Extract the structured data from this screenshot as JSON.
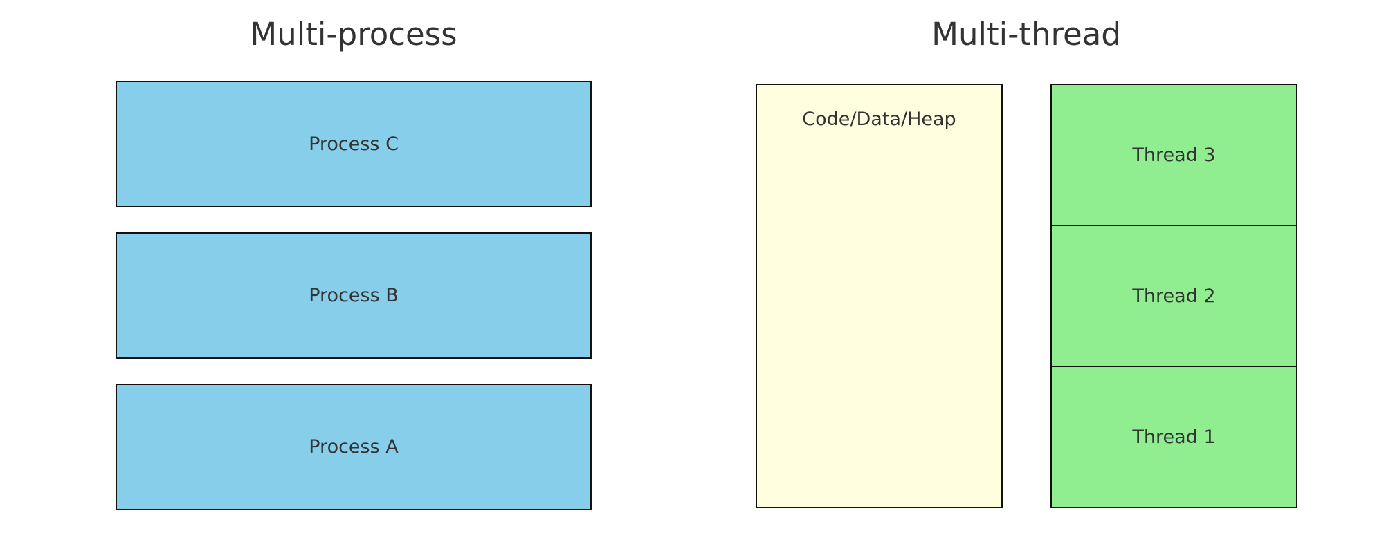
{
  "colors": {
    "process_fill": "#87ceeb",
    "shared_fill": "#ffffe0",
    "thread_fill": "#90ee90",
    "border": "#111111",
    "text": "#333333"
  },
  "multi_process": {
    "title": "Multi-process",
    "processes": [
      {
        "label": "Process C"
      },
      {
        "label": "Process B"
      },
      {
        "label": "Process A"
      }
    ]
  },
  "multi_thread": {
    "title": "Multi-thread",
    "shared_label": "Code/Data/Heap",
    "threads": [
      {
        "label": "Thread 3"
      },
      {
        "label": "Thread 2"
      },
      {
        "label": "Thread 1"
      }
    ]
  }
}
